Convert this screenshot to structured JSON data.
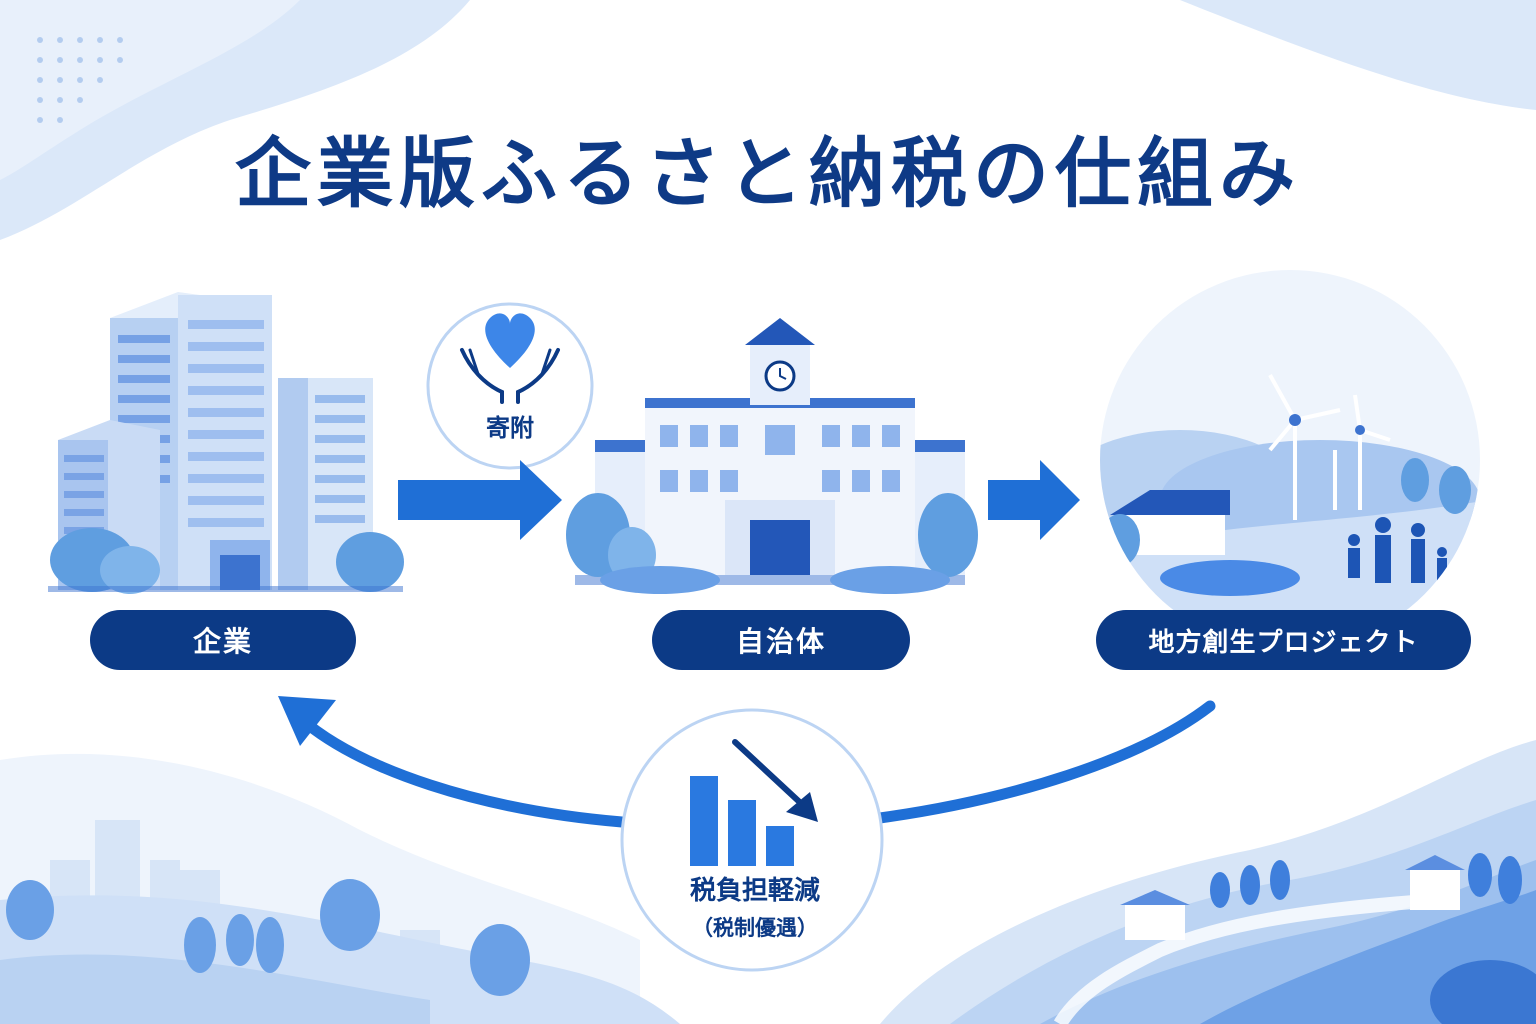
{
  "title": "企業版ふるさと納税の仕組み",
  "nodes": {
    "company": "企業",
    "municipality": "自治体",
    "project": "地方創生プロジェクト"
  },
  "donation": {
    "label": "寄附",
    "icon": "heart-hands-icon"
  },
  "tax_benefit": {
    "label": "税負担軽減",
    "sub_label": "（税制優遇）",
    "icon": "bar-chart-down-icon"
  },
  "colors": {
    "primary": "#0c3a86",
    "accent": "#1f6fd6",
    "light": "#cfe0f7"
  }
}
